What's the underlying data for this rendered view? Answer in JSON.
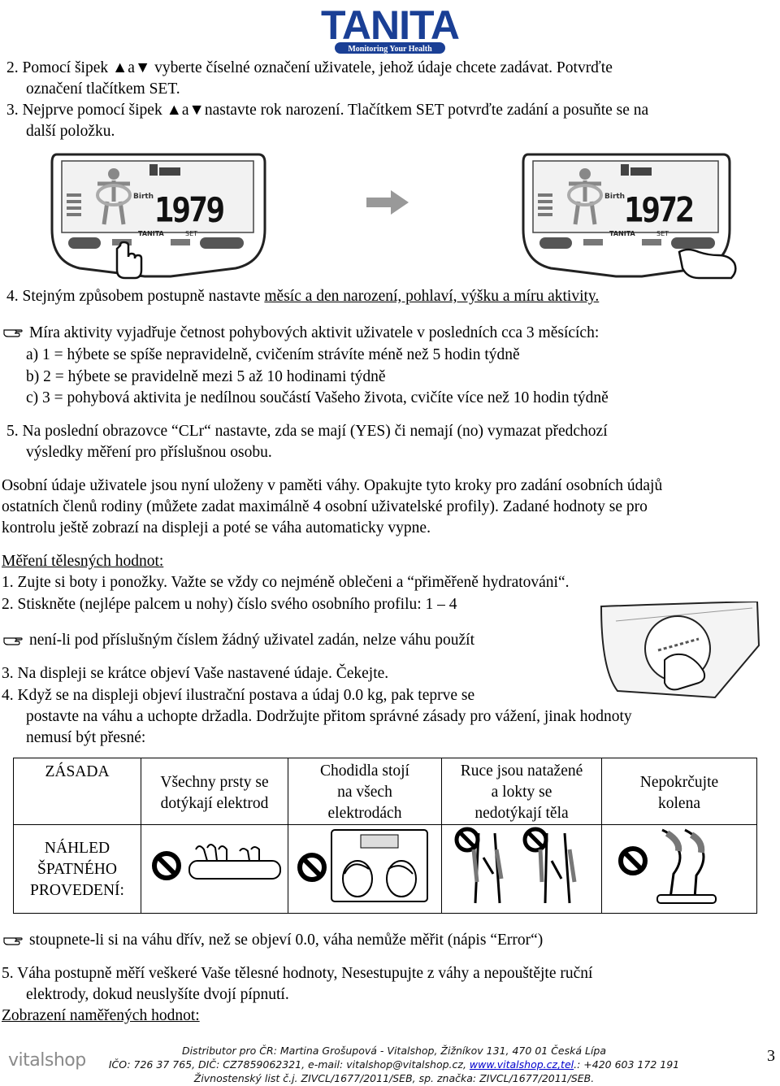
{
  "logo": {
    "brand": "TANITA",
    "tagline": "Monitoring Your Health"
  },
  "steps_top": {
    "s2_l1": "2.  Pomocí šipek ▲a▼ vyberte číselné označení uživatele, jehož údaje chcete zadávat. Potvrďte",
    "s2_l2": "označení tlačítkem SET.",
    "s3_l1": "3.  Nejprve pomocí šipek ▲a▼nastavte rok narození. Tlačítkem SET potvrďte zadání a posuňte se na",
    "s3_l2": "další položku."
  },
  "displays": {
    "left": {
      "year": "1979",
      "top_label": "Birth",
      "label_set": "SET",
      "label_brand": "TANITA"
    },
    "right": {
      "year": "1972",
      "top_label": "Birth",
      "label_set": "SET",
      "label_brand": "TANITA"
    }
  },
  "step4": {
    "prefix": "4.  Stejným způsobem postupně nastavte ",
    "link": "měsíc a den narození, pohlaví, výšku a míru aktivity."
  },
  "activity": {
    "intro": "Míra aktivity vyjadřuje četnost pohybových aktivit uživatele v posledních cca 3 měsících:",
    "a": "a)  1 = hýbete se spíše nepravidelně, cvičením strávíte méně než 5 hodin týdně",
    "b": "b)  2 = hýbete se pravidelně mezi 5 až 10 hodinami týdně",
    "c": "c)  3 = pohybová aktivita je nedílnou součástí Vašeho života, cvičíte více než 10 hodin týdně"
  },
  "step5a": {
    "l1": "5.  Na poslední obrazovce “CLr“ nastavte, zda se mají (YES) či nemají (no) vymazat předchozí",
    "l2": "výsledky měření pro příslušnou osobu."
  },
  "saved": {
    "l1": "Osobní údaje uživatele jsou nyní uloženy v paměti váhy. Opakujte tyto kroky pro zadání osobních údajů",
    "l2": "ostatních členů rodiny (můžete zadat maximálně 4 osobní uživatelské profily). Zadané hodnoty se pro",
    "l3": "kontrolu ještě zobrazí na displeji a poté se váha automaticky vypne."
  },
  "measure": {
    "heading": "Měření tělesných hodnot:",
    "s1": "1.  Zujte si boty i ponožky. Važte se vždy co nejméně oblečeni a “přiměřeně hydratováni“.",
    "s2": "2.  Stiskněte (nejlépe palcem u nohy) číslo svého osobního profilu: 1 – 4",
    "note": "není-li pod příslušným číslem žádný uživatel zadán, nelze váhu použít",
    "s3": "3.  Na displeji se krátce objeví Vaše nastavené údaje.  Čekejte.",
    "s4_l1": "4.  Když se na displeji objeví ilustrační postava a údaj 0.0 kg, pak teprve se",
    "s4_l2": "postavte na váhu a uchopte držadla. Dodržujte přitom správné zásady pro vážení, jinak hodnoty",
    "s4_l3": "nemusí být přesné:"
  },
  "rules": {
    "row1_header": "ZÁSADA",
    "c1": [
      "Všechny prsty se",
      "dotýkají elektrod"
    ],
    "c2": [
      "Chodidla stojí",
      "na všech",
      "elektrodách"
    ],
    "c3": [
      "Ruce jsou natažené",
      "a lokty se",
      "nedotýkají těla"
    ],
    "c4": [
      "Nepokrčujte",
      "kolena"
    ],
    "row2_header": [
      "NÁHLED",
      "ŠPATNÉHO",
      "PROVEDENÍ:"
    ]
  },
  "bottom": {
    "note": "stoupnete-li si na váhu dřív, než se objeví 0.0, váha nemůže měřit (nápis “Error“)",
    "s5_l1": "5.  Váha postupně měří veškeré Vaše tělesné hodnoty, Nesestupujte z váhy a nepouštějte ruční",
    "s5_l2": "elektrody, dokud neuslyšíte dvojí pípnutí.",
    "heading": "Zobrazení naměřených hodnot:"
  },
  "footer": {
    "brand": "vitalshop",
    "l1": "Distributor pro ČR: Martina Grošupová - Vitalshop, Žižníkov 131, 470 01  Česká Lípa",
    "l2a": "IČO: 726 37 765, DIČ: CZ7859062321, e-mail: vitalshop@vitalshop.cz, ",
    "l2link": "www.vitalshop.cz,tel",
    "l2b": ".: +420 603 172 191",
    "l3": "Živnostenský list č.j. ZIVCL/1677/2011/SEB, sp. značka: ZIVCL/1677/2011/SEB.",
    "page": "3"
  },
  "colors": {
    "brand_blue": "#1a3f95",
    "link_blue": "#0000cc",
    "gray": "#7a7a7a"
  },
  "icons": [
    "pointing-hand-icon",
    "arrow-right-icon",
    "no-sign-icon"
  ]
}
